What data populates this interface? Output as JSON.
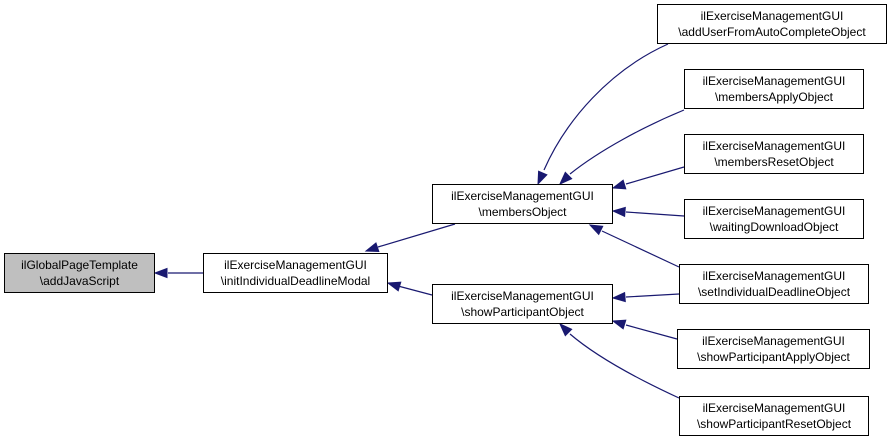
{
  "colors": {
    "edge": "#191970",
    "node_border": "#000000",
    "node_fill": "#ffffff",
    "focus_fill": "#bfbfbf"
  },
  "nodes": {
    "global_page_template": {
      "line1": "ilGlobalPageTemplate",
      "line2": "\\addJavaScript"
    },
    "init_individual_deadline_modal": {
      "line1": "ilExerciseManagementGUI",
      "line2": "\\initIndividualDeadlineModal"
    },
    "members_object": {
      "line1": "ilExerciseManagementGUI",
      "line2": "\\membersObject"
    },
    "show_participant_object": {
      "line1": "ilExerciseManagementGUI",
      "line2": "\\showParticipantObject"
    },
    "add_user_from_auto_complete_object": {
      "line1": "ilExerciseManagementGUI",
      "line2": "\\addUserFromAutoCompleteObject"
    },
    "members_apply_object": {
      "line1": "ilExerciseManagementGUI",
      "line2": "\\membersApplyObject"
    },
    "members_reset_object": {
      "line1": "ilExerciseManagementGUI",
      "line2": "\\membersResetObject"
    },
    "waiting_download_object": {
      "line1": "ilExerciseManagementGUI",
      "line2": "\\waitingDownloadObject"
    },
    "set_individual_deadline_object": {
      "line1": "ilExerciseManagementGUI",
      "line2": "\\setIndividualDeadlineObject"
    },
    "show_participant_apply_object": {
      "line1": "ilExerciseManagementGUI",
      "line2": "\\showParticipantApplyObject"
    },
    "show_participant_reset_object": {
      "line1": "ilExerciseManagementGUI",
      "line2": "\\showParticipantResetObject"
    }
  },
  "edges": [
    {
      "from": "init_individual_deadline_modal",
      "to": "global_page_template"
    },
    {
      "from": "members_object",
      "to": "init_individual_deadline_modal"
    },
    {
      "from": "show_participant_object",
      "to": "init_individual_deadline_modal"
    },
    {
      "from": "add_user_from_auto_complete_object",
      "to": "members_object"
    },
    {
      "from": "members_apply_object",
      "to": "members_object"
    },
    {
      "from": "members_reset_object",
      "to": "members_object"
    },
    {
      "from": "waiting_download_object",
      "to": "members_object"
    },
    {
      "from": "set_individual_deadline_object",
      "to": "members_object"
    },
    {
      "from": "set_individual_deadline_object",
      "to": "show_participant_object"
    },
    {
      "from": "show_participant_apply_object",
      "to": "show_participant_object"
    },
    {
      "from": "show_participant_reset_object",
      "to": "show_participant_object"
    }
  ]
}
